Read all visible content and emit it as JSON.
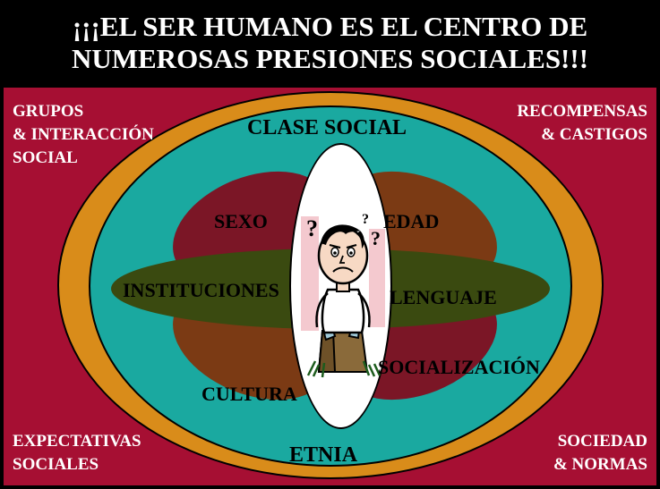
{
  "title": {
    "line1": "¡¡¡EL SER HUMANO ES EL CENTRO DE",
    "line2": "NUMEROSAS PRESIONES SOCIALES!!!"
  },
  "diagram": {
    "center_figure": "confused-person-illustration",
    "labels": {
      "clase_social": "CLASE SOCIAL",
      "sexo": "SEXO",
      "edad": "EDAD",
      "instituciones": "INSTITUCIONES",
      "lenguaje": "LENGUAJE",
      "socializacion": "SOCIALIZACIÓN",
      "cultura": "CULTURA",
      "etnia": "ETNIA"
    }
  },
  "corners": {
    "top_left": [
      "GRUPOS",
      "& INTERACCIÓN",
      "SOCIAL"
    ],
    "top_right": [
      "RECOMPENSAS",
      "& CASTIGOS"
    ],
    "bottom_left": [
      "EXPECTATIVAS",
      "SOCIALES"
    ],
    "bottom_right": [
      "SOCIEDAD",
      "& NORMAS"
    ]
  },
  "colors": {
    "background": "#000000",
    "stage": "#a60f33",
    "ring_outer": "#d98c1a",
    "ring_inner": "#1aa9a0",
    "band": "#3a4a10",
    "petal_dark_red": "#7b1626",
    "petal_brown": "#7b3a14",
    "center": "#ffffff",
    "title_text": "#ffffff",
    "corner_text": "#ffffff",
    "label_text": "#000000"
  }
}
